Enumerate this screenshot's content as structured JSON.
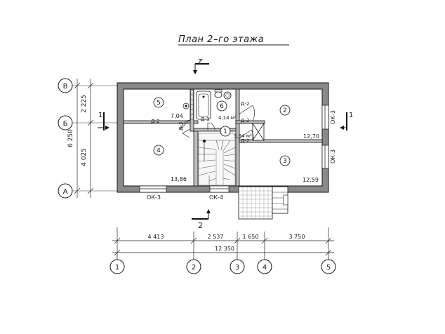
{
  "plan": {
    "title": "План 2–го этажа",
    "axes": {
      "rows": [
        "В",
        "Б",
        "А"
      ],
      "cols": [
        "1",
        "2",
        "3",
        "4",
        "5"
      ]
    },
    "section": {
      "label_top": "2",
      "label_bottom": "2",
      "label_left": "1",
      "label_right": "1"
    },
    "dims": {
      "horizontal": [
        "4 413",
        "2 537",
        "1 650",
        "3 750"
      ],
      "horizontal_total": "12 350",
      "vertical": [
        "2 225",
        "4 025"
      ],
      "vertical_total": "6 250"
    },
    "rooms": [
      {
        "num": "1",
        "area": "3,94 м²"
      },
      {
        "num": "2",
        "area": "12,70"
      },
      {
        "num": "3",
        "area": "12,59"
      },
      {
        "num": "4",
        "area": "13,86"
      },
      {
        "num": "5",
        "area": "7,04"
      },
      {
        "num": "6",
        "area": "4,14 м²"
      }
    ],
    "doors": [
      "Д-2",
      "Д-3",
      "Д-2",
      "Д-2",
      "Д-2",
      "Д-3"
    ],
    "windows": [
      "ОК-3",
      "ОК-4",
      "ОК-3",
      "ОК-3"
    ]
  }
}
